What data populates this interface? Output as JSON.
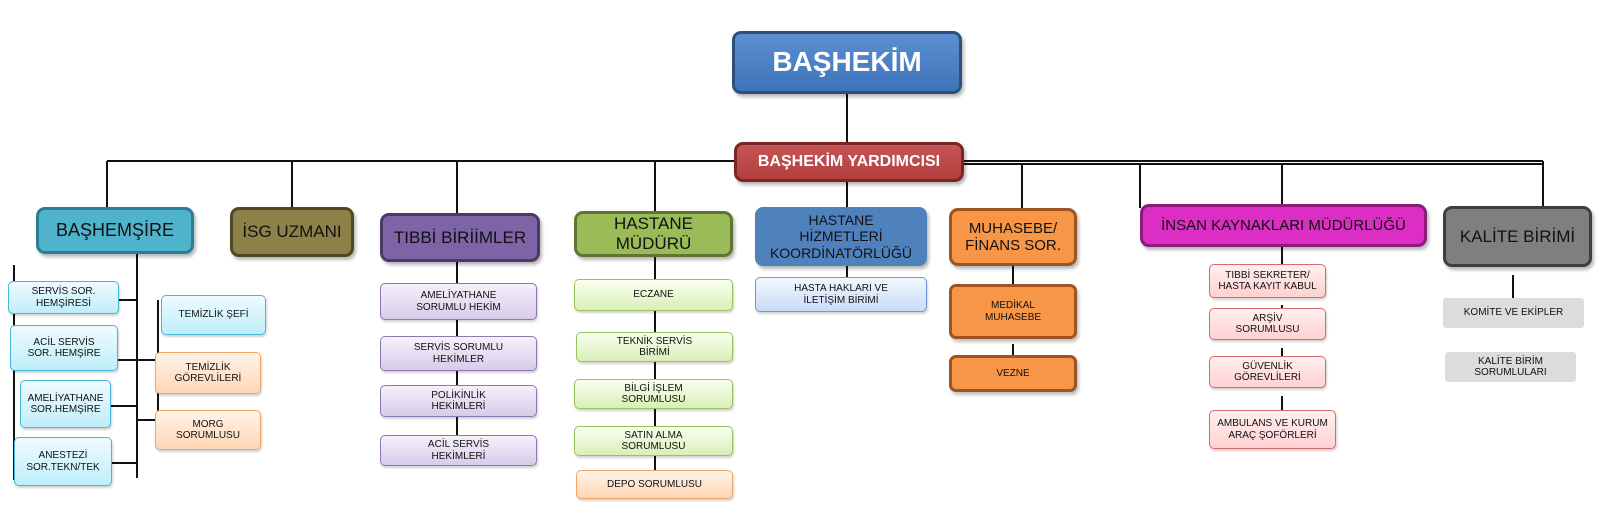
{
  "root": "BAŞHEKİM",
  "deputy": "BAŞHEKİM YARDIMCISI",
  "departments": {
    "bashemsire": "BAŞHEMŞİRE",
    "isg": "İSG UZMANI",
    "tibbi": "TIBBİ BİRİİMLER",
    "hastane": "HASTANE\nMÜDÜRÜ",
    "hizmet": "HASTANE\nHİZMETLERİ\nKOORDİNATÖRLÜĞÜ",
    "muhasebe": "MUHASEBE/\nFİNANS SOR.",
    "ik": "İNSAN KAYNAKLARI MÜDÜRLÜĞÜ",
    "kalite": "KALİTE BİRİMİ"
  },
  "bashemsire_left": [
    "SERVİS SOR.\nHEMŞİRESİ",
    "ACİL SERVİS\nSOR. HEMŞİRE",
    "AMELİYATHANE\nSOR.HEMŞİRE",
    "ANESTEZİ\nSOR.TEKN/TEK"
  ],
  "bashemsire_right": [
    "TEMİZLİK ŞEFİ",
    "TEMİZLİK\nGÖREVLİLERİ",
    "MORG\nSORUMLUSU"
  ],
  "tibbi_items": [
    "AMELİYATHANE\nSORUMLU HEKİM",
    "SERVİS SORUMLU\nHEKİMLER",
    "POLİKİNLİK\nHEKİMLERİ",
    "ACİL SERVİS\nHEKİMLERİ"
  ],
  "hastane_items": [
    "ECZANE",
    "TEKNİK SERVİS\nBİRİMİ",
    "BİLGİ İŞLEM\nSORUMLUSU",
    "SATIN ALMA\nSORUMLUSU",
    "DEPO SORUMLUSU"
  ],
  "hizmet_items": [
    "HASTA HAKLARI VE\nİLETİŞİM BİRİMİ"
  ],
  "muhasebe_items": [
    "MEDİKAL\nMUHASEBE",
    "VEZNE"
  ],
  "ik_items": [
    "TIBBİ SEKRETER/\nHASTA KAYIT KABUL",
    "ARŞİV\nSORUMLUSU",
    "GÜVENLİK\nGÖREVLİLERİ",
    "AMBULANS VE KURUM\nARAÇ ŞOFÖRLERİ"
  ],
  "kalite_items": [
    "KOMİTE VE EKİPLER",
    "KALİTE BİRİM\nSORUMLULARI"
  ]
}
